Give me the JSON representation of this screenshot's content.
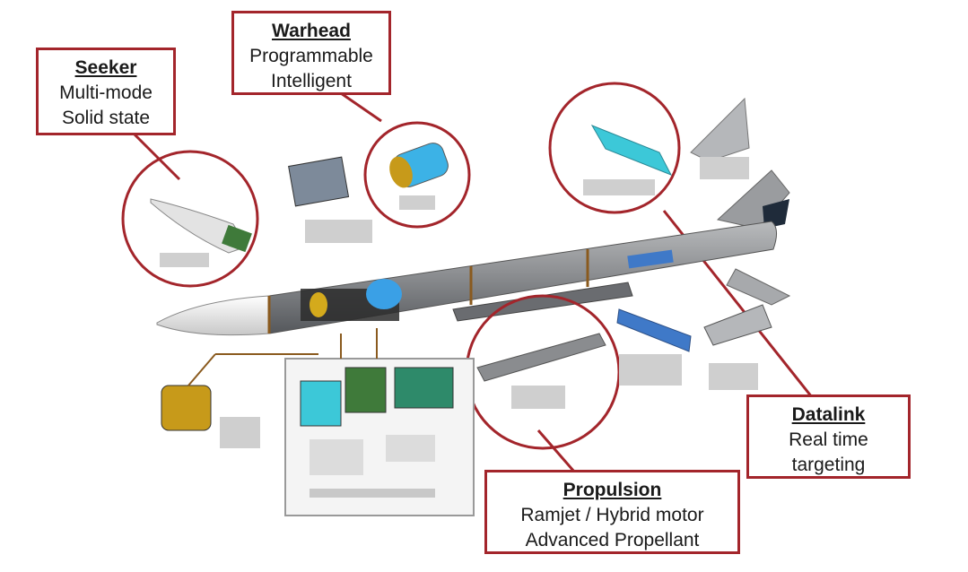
{
  "callouts": {
    "seeker": {
      "title": "Seeker",
      "lines": [
        "Multi-mode",
        "Solid state"
      ]
    },
    "warhead": {
      "title": "Warhead",
      "lines": [
        "Programmable",
        "Intelligent"
      ]
    },
    "datalink": {
      "title": "Datalink",
      "lines": [
        "Real time",
        "targeting"
      ]
    },
    "propulsion": {
      "title": "Propulsion",
      "lines": [
        "Ramjet / Hybrid motor",
        "Advanced Propellant"
      ]
    }
  },
  "colors": {
    "accent": "#a3252b",
    "body": "#8e9093",
    "nose": "#e6e6e6",
    "cyan": "#3cc8d8",
    "blue": "#3f79c8",
    "gold": "#c79a1a",
    "green": "#3f7a3a"
  }
}
